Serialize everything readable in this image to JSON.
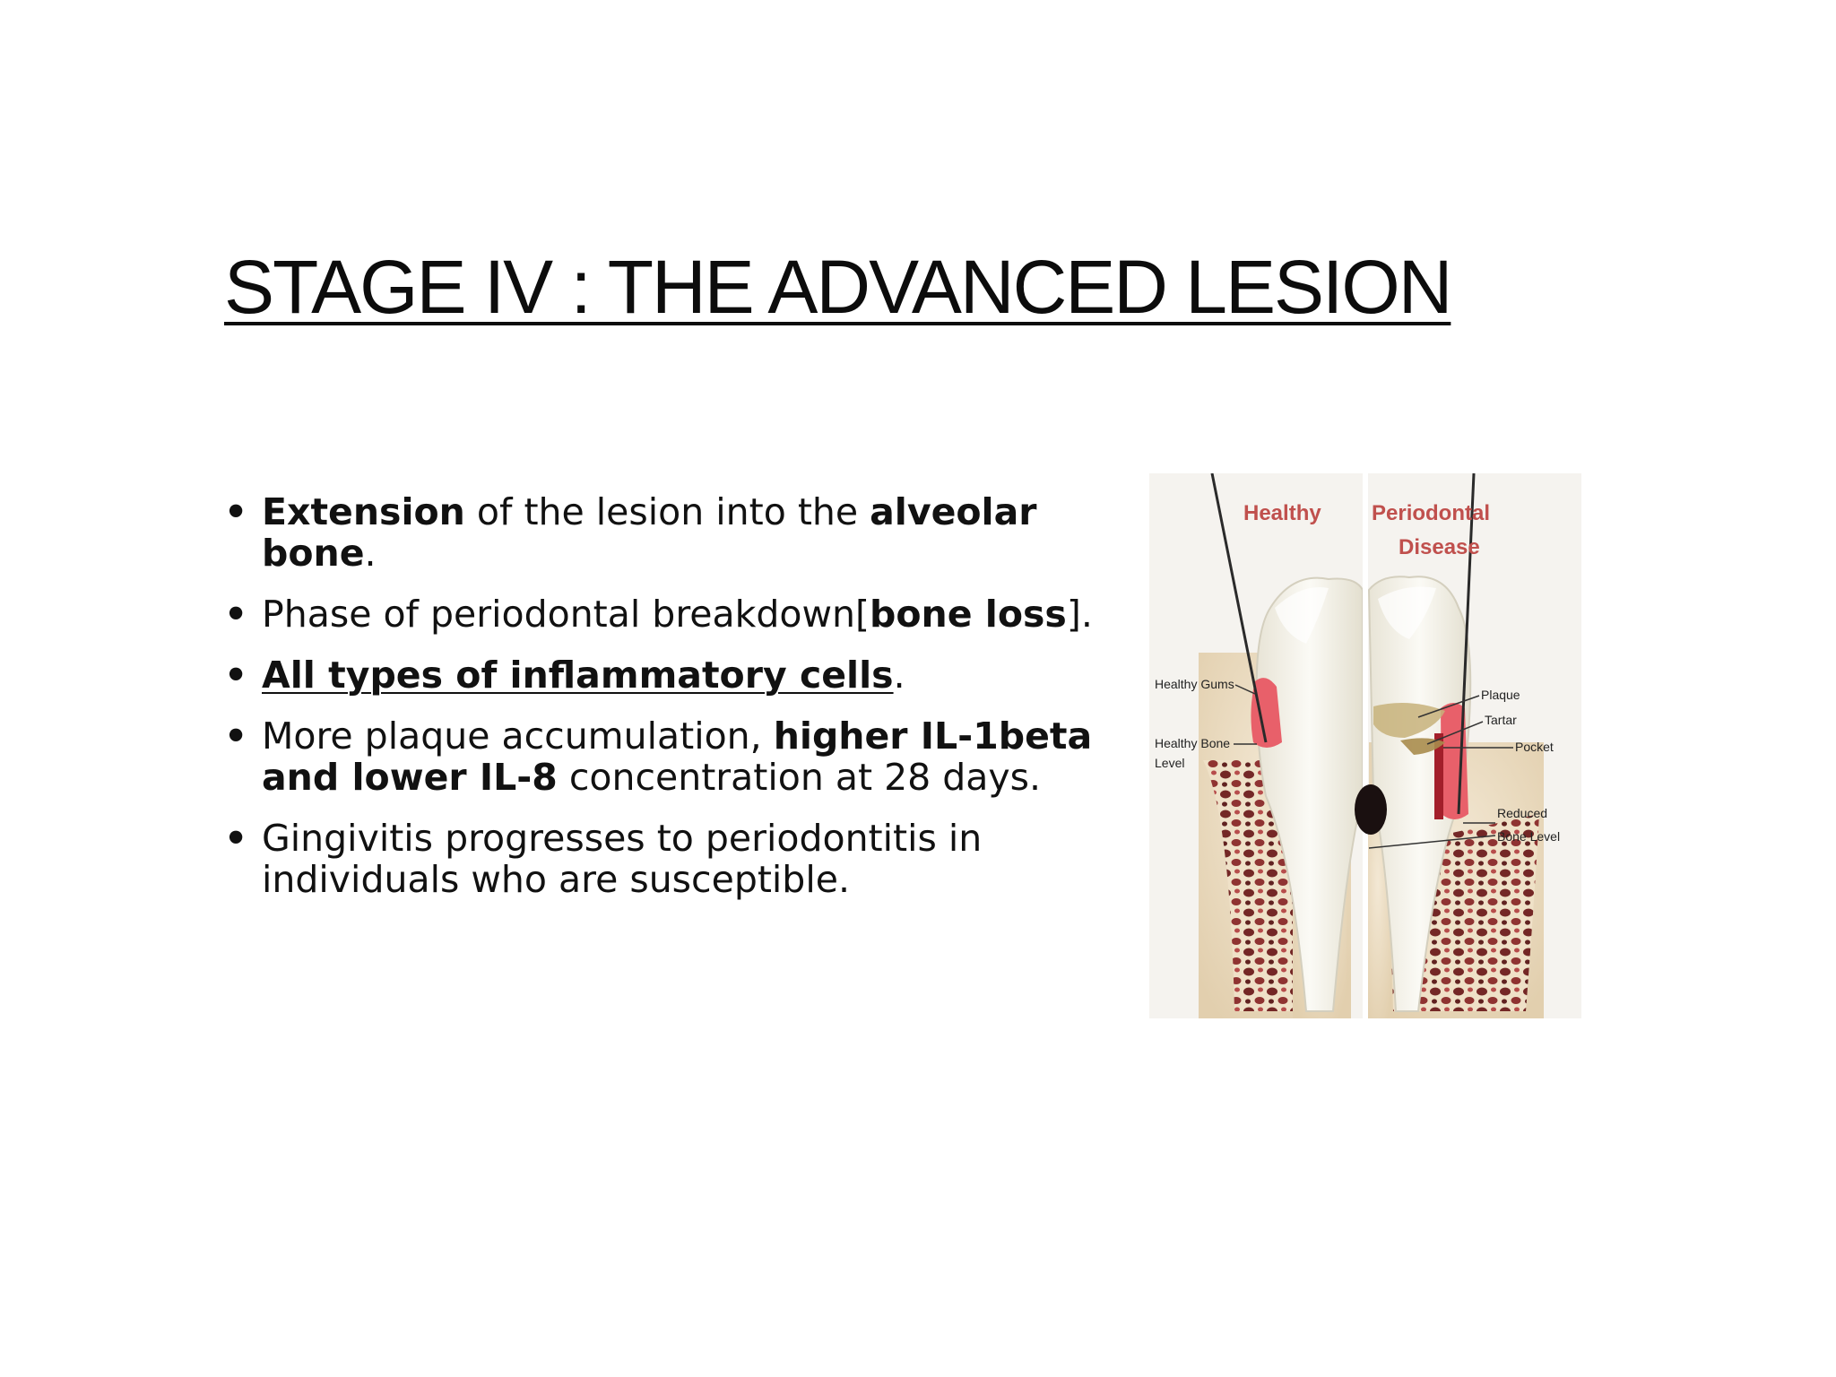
{
  "slide": {
    "title": "STAGE IV : THE ADVANCED LESION"
  },
  "bullets": [
    {
      "parts": [
        {
          "text": "Extension",
          "bold": true
        },
        {
          "text": " of the lesion into the "
        },
        {
          "text": "alveolar bone",
          "bold": true
        },
        {
          "text": "."
        }
      ]
    },
    {
      "parts": [
        {
          "text": "Phase of periodontal breakdown["
        },
        {
          "text": "bone loss",
          "bold": true
        },
        {
          "text": "]."
        }
      ]
    },
    {
      "parts": [
        {
          "text": "All types of inflammatory cells",
          "bold": true,
          "underline": true
        },
        {
          "text": "."
        }
      ]
    },
    {
      "parts": [
        {
          "text": "More plaque accumulation, "
        },
        {
          "text": "higher IL-1beta and lower IL-8",
          "bold": true
        },
        {
          "text": " concentration at 28 days."
        }
      ]
    },
    {
      "parts": [
        {
          "text": "Gingivitis progresses to periodontitis in individuals who are susceptible."
        }
      ]
    }
  ],
  "figure": {
    "heading_left": "Healthy",
    "heading_right_line1": "Periodontal",
    "heading_right_line2": "Disease",
    "labels": {
      "healthy_gums": "Healthy Gums",
      "healthy_bone_line1": "Healthy Bone",
      "healthy_bone_line2": "Level",
      "plaque": "Plaque",
      "tartar": "Tartar",
      "pocket": "Pocket",
      "reduced_line1": "Reduced",
      "reduced_line2": "Bone Level"
    },
    "colors": {
      "heading": "#c0504d",
      "gum": "#e8606a",
      "bone": "#ecdcc4",
      "marrow": "#7a2323",
      "tooth": "#f2f0e8"
    }
  }
}
